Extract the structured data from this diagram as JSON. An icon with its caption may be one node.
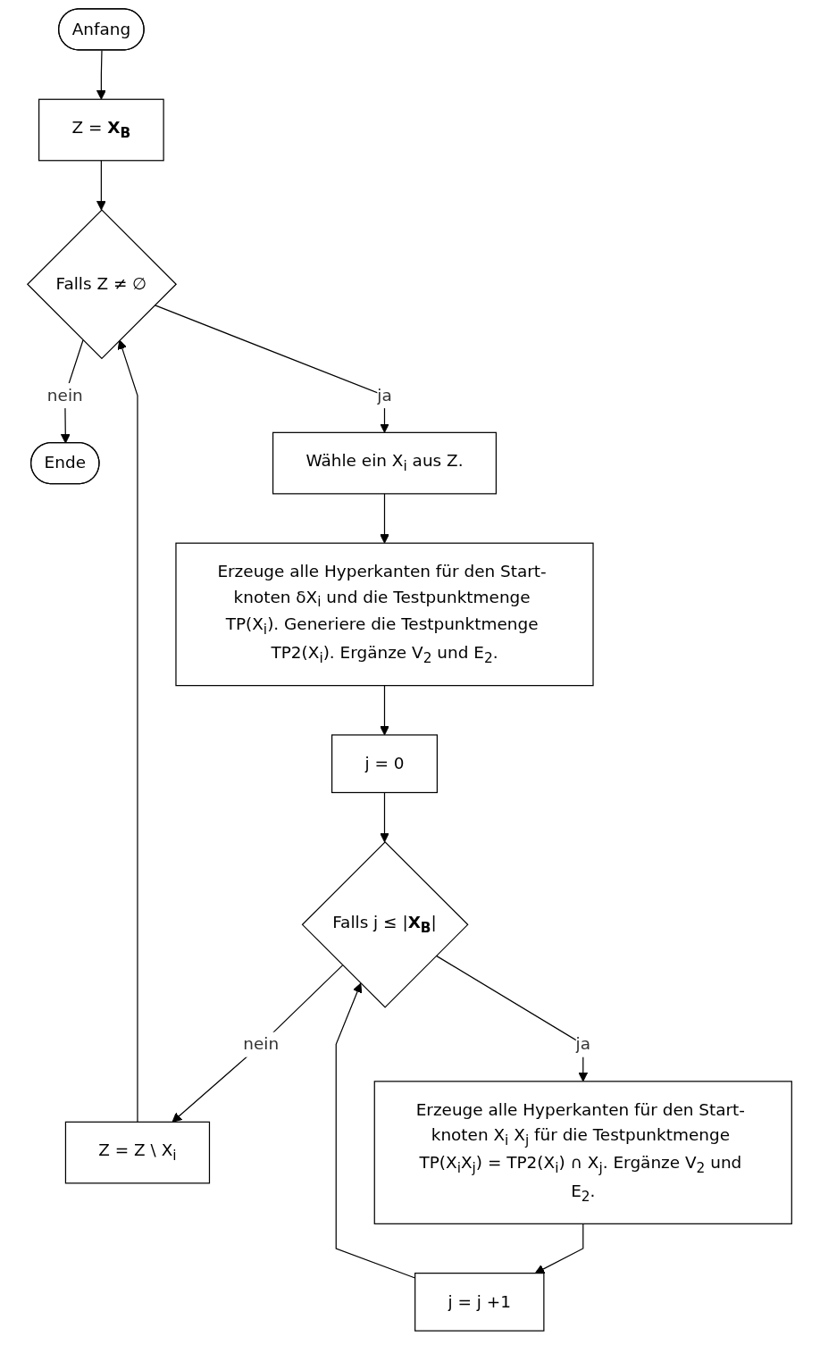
{
  "diagram": {
    "nodes": [
      {
        "text": [
          "Anfang"
        ]
      },
      {
        "text": [
          "Z = **X$_{B}$**"
        ]
      },
      {
        "text": [
          "Falls Z ≠ ∅"
        ]
      },
      {
        "text": [
          "Ende"
        ]
      },
      {
        "text": [
          "Wähle ein X$_{i}$ aus Z."
        ]
      },
      {
        "text": [
          "Erzeuge alle Hyperkanten für den Start- knoten δX$_{i}$ und die Testpunktmenge TP(X$_{i}$). Generiere die Testpunktmenge TP2(X$_{i}$). Ergänze V$_{2}$ und E$_{2}$."
        ]
      },
      {
        "text": [
          "j = 0"
        ]
      },
      {
        "text": [
          "Falls j ≤ |**X$_{B}$**|"
        ]
      },
      {
        "text": [
          "Z = Z \\ X$_{i}$"
        ]
      },
      {
        "text": [
          "Erzeuge alle Hyperkanten für den Start- knoten X$_{i}$ X$_{j}$ für die Testpunktmenge TP(X$_{i}$X$_{j}$) = TP2(X$_{i}$) ∩ X$_{j}$. Ergänze V$_{2}$ und E$_{2}$."
        ]
      },
      {
        "text": [
          "j = j +1"
        ]
      }
    ],
    "edges": [
      {
        "from": 0,
        "to": 1,
        "arrow": "to"
      },
      {
        "from": 1,
        "to": 2,
        "arrow": "to"
      },
      {
        "from": 2,
        "to": 3,
        "arrow": "to",
        "label": "nein"
      },
      {
        "from": 2,
        "to": 4,
        "arrow": "to",
        "label": "ja"
      },
      {
        "from": 4,
        "to": 5,
        "arrow": "to"
      },
      {
        "from": 5,
        "to": 6,
        "arrow": "to"
      },
      {
        "from": 6,
        "to": 7,
        "arrow": "to"
      },
      {
        "from": 7,
        "to": 8,
        "arrow": "to",
        "label": "nein"
      },
      {
        "from": 8,
        "to": 2,
        "arrow": "to"
      },
      {
        "from": 7,
        "to": 9,
        "arrow": "to",
        "label": "ja"
      },
      {
        "from": 9,
        "to": 10,
        "arrow": "to"
      },
      {
        "from": 10,
        "to": 7,
        "arrow": "to"
      }
    ]
  }
}
